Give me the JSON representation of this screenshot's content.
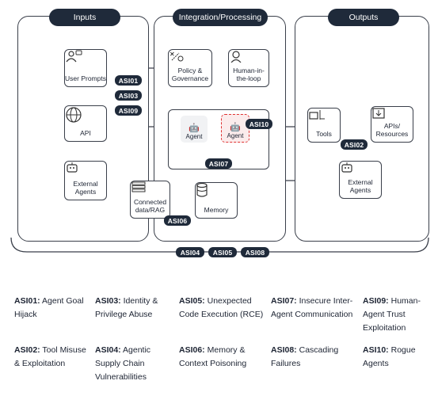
{
  "panels": {
    "inputs": "Inputs",
    "processing": "Integration/Processing",
    "outputs": "Outputs"
  },
  "nodes": {
    "user_prompts": "User Prompts",
    "api": "API",
    "external_agents_in": "External Agents",
    "policy": "Policy & Governance",
    "human": "Human-in-the-loop",
    "agent1": "Agent",
    "agent2": "Agent",
    "connected_data": "Connected data/RAG",
    "memory": "Memory",
    "tools": "Tools",
    "apis_resources": "APIs/ Resources",
    "external_agents_out": "External Agents"
  },
  "tags": {
    "asi01": "ASI01",
    "asi03": "ASI03",
    "asi09": "ASI09",
    "asi10": "ASI10",
    "asi07": "ASI07",
    "asi06": "ASI06",
    "asi02": "ASI02",
    "asi04": "ASI04",
    "asi05": "ASI05",
    "asi08": "ASI08"
  },
  "legend": [
    {
      "code": "ASI01:",
      "text": "Agent Goal Hijack"
    },
    {
      "code": "ASI03:",
      "text": "Identity & Privilege Abuse"
    },
    {
      "code": "ASI05:",
      "text": "Unexpected Code Execution (RCE)"
    },
    {
      "code": "ASI07:",
      "text": "Insecure Inter-Agent Communication"
    },
    {
      "code": "ASI09:",
      "text": "Human-Agent Trust Exploitation"
    },
    {
      "code": "ASI02:",
      "text": "Tool Misuse & Exploitation"
    },
    {
      "code": "ASI04:",
      "text": "Agentic Supply Chain Vulnerabilities"
    },
    {
      "code": "ASI06:",
      "text": "Memory & Context Poisoning"
    },
    {
      "code": "ASI08:",
      "text": "Cascading Failures"
    },
    {
      "code": "ASI10:",
      "text": "Rogue Agents"
    }
  ],
  "colors": {
    "dark": "#1f2a3a",
    "accent_red": "#e03131"
  }
}
